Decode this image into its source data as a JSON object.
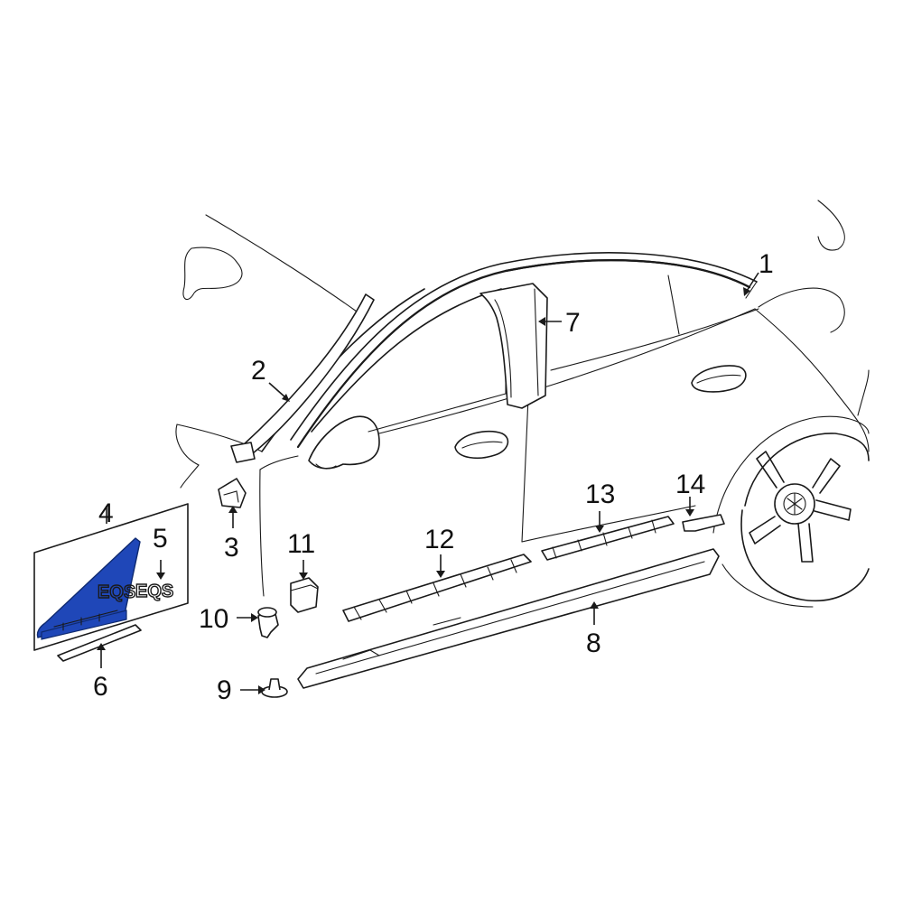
{
  "diagram": {
    "highlight_color": "#1f47b8",
    "line_color": "#1a1a1a",
    "background": "#ffffff",
    "callouts": [
      {
        "id": "1",
        "label": "1"
      },
      {
        "id": "2",
        "label": "2"
      },
      {
        "id": "3",
        "label": "3"
      },
      {
        "id": "4",
        "label": "4"
      },
      {
        "id": "5",
        "label": "5"
      },
      {
        "id": "6",
        "label": "6"
      },
      {
        "id": "7",
        "label": "7"
      },
      {
        "id": "8",
        "label": "8"
      },
      {
        "id": "9",
        "label": "9"
      },
      {
        "id": "10",
        "label": "10"
      },
      {
        "id": "11",
        "label": "11"
      },
      {
        "id": "12",
        "label": "12"
      },
      {
        "id": "13",
        "label": "13"
      },
      {
        "id": "14",
        "label": "14"
      }
    ],
    "badges": {
      "emblem_on_part": "EQS",
      "emblem_part_5": "EQS"
    }
  }
}
